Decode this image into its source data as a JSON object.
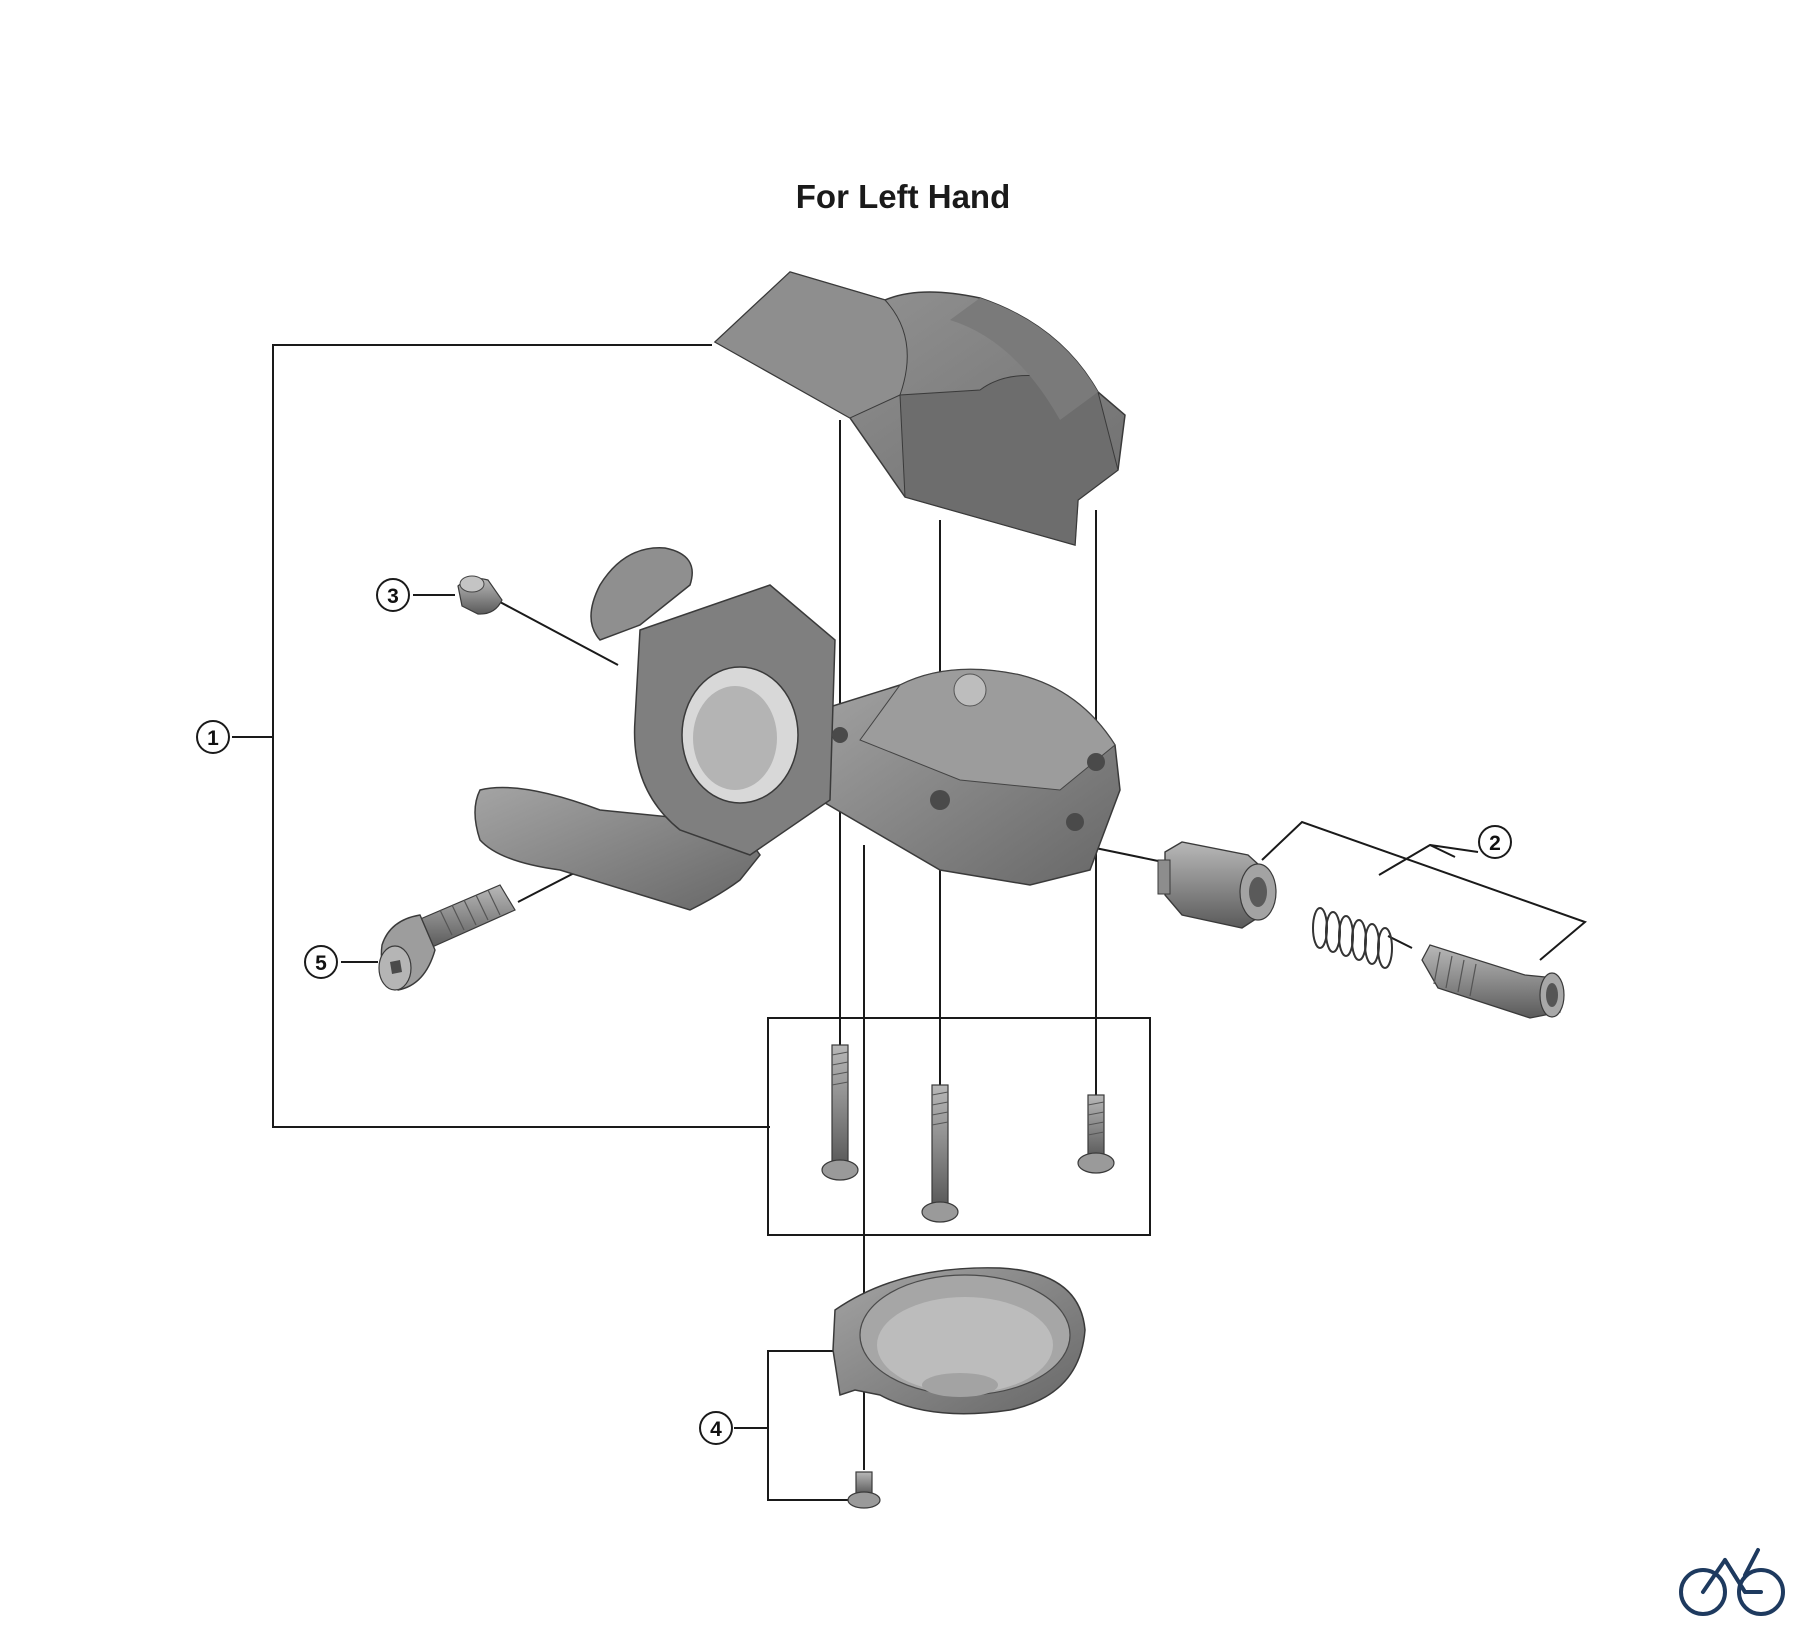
{
  "title": "For Left Hand",
  "callouts": [
    {
      "id": "1",
      "text": "1"
    },
    {
      "id": "2",
      "text": "2"
    },
    {
      "id": "3",
      "text": "3"
    },
    {
      "id": "4",
      "text": "4"
    },
    {
      "id": "5",
      "text": "5"
    }
  ],
  "logo": {
    "icon": "bicycle-icon",
    "color": "#1e3a5f"
  },
  "colors": {
    "part_fill": "#8a8a8a",
    "part_light": "#a9a9a9",
    "part_dark": "#5e5e5e",
    "line": "#1a1a1a"
  }
}
